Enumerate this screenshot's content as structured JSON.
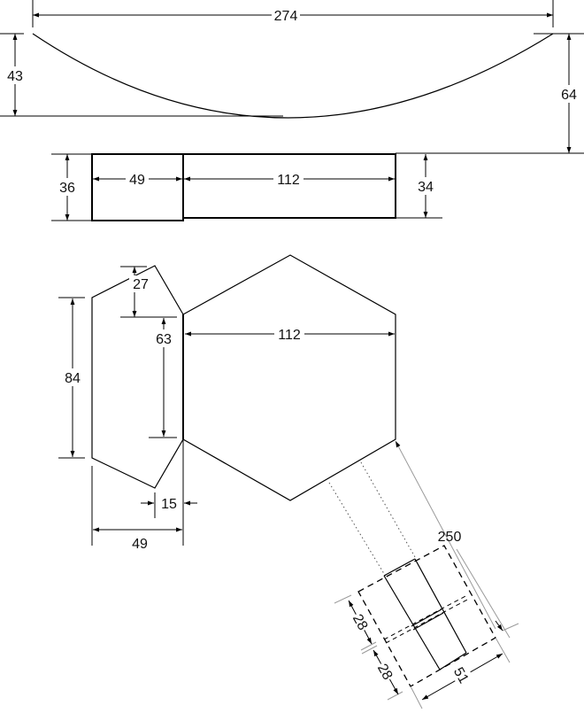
{
  "diagram": {
    "title": "",
    "views": [
      {
        "id": "arc-profile",
        "dimensions": {
          "width": "274",
          "left_rise": "43",
          "right_rise": "64"
        }
      },
      {
        "id": "flat-strip",
        "dimensions": {
          "left_width": "49",
          "right_width": "112",
          "left_height": "36",
          "right_height": "34"
        }
      },
      {
        "id": "hexagon-face",
        "dimensions": {
          "width": "112"
        }
      },
      {
        "id": "side-panel",
        "dimensions": {
          "height": "84",
          "top_offset": "27",
          "inner_edge": "63",
          "tip_offset": "15",
          "width": "49"
        }
      },
      {
        "id": "detail-section",
        "dimensions": {
          "length": "250",
          "upper_depth": "28",
          "lower_depth": "28",
          "width": "51"
        }
      }
    ]
  },
  "labels": {
    "d274": "274",
    "d43": "43",
    "d64": "64",
    "d36": "36",
    "d49a": "49",
    "d112a": "112",
    "d34": "34",
    "d27": "27",
    "d63": "63",
    "d84": "84",
    "d112b": "112",
    "d15": "15",
    "d49b": "49",
    "d250": "250",
    "d28a": "28",
    "d28b": "28",
    "d51": "51"
  }
}
